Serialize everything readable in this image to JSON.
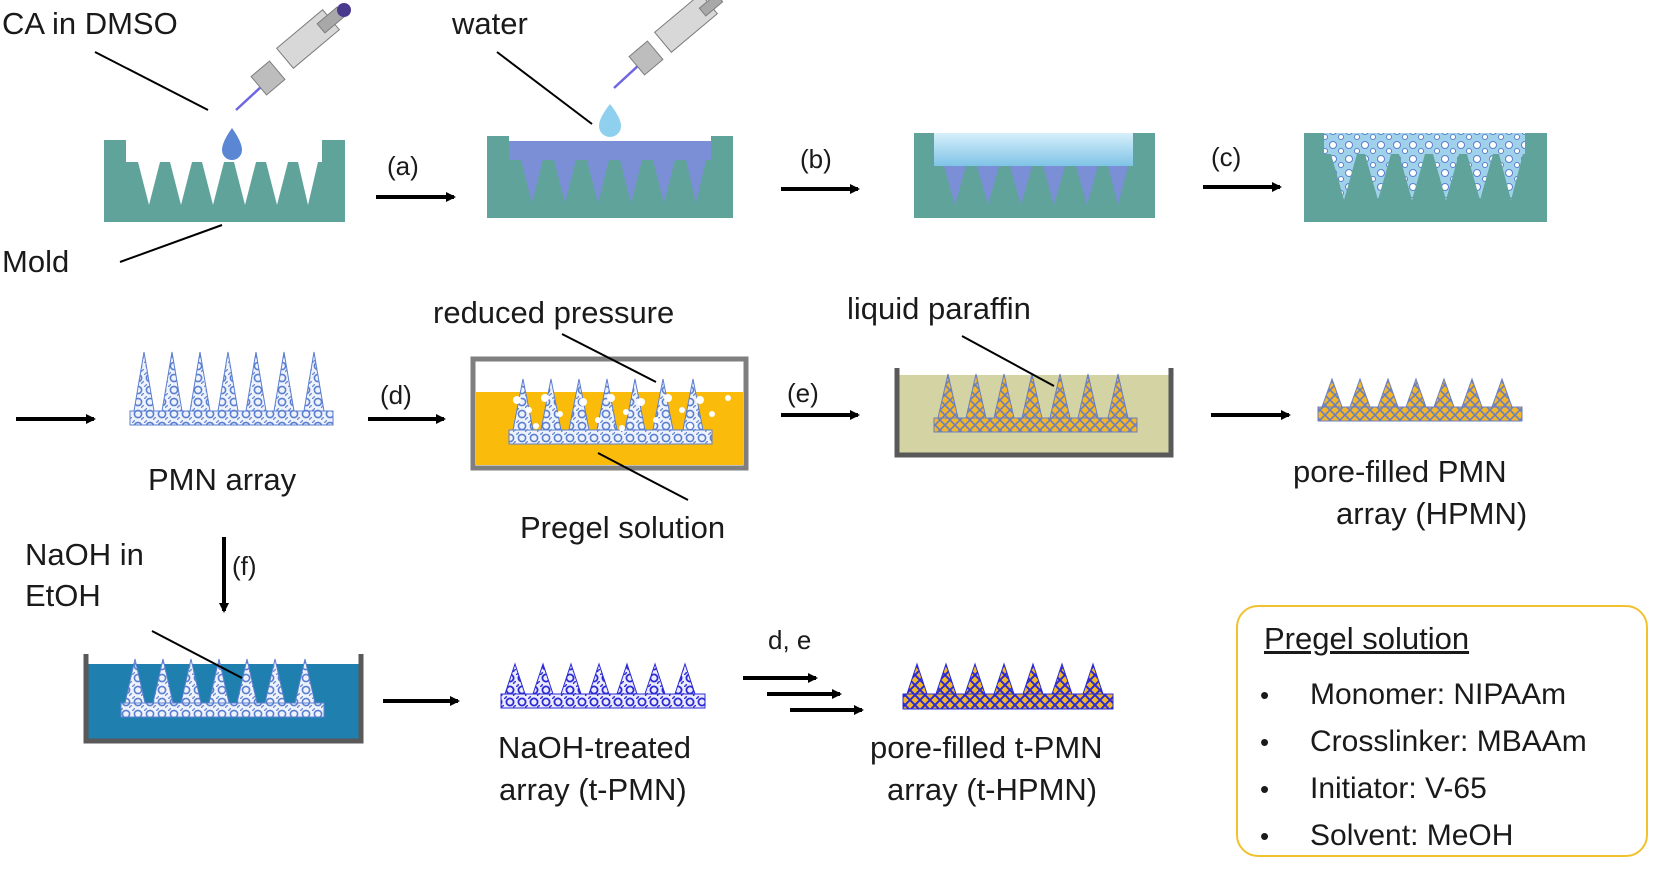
{
  "labels": {
    "ca_in_dmso": "CA in DMSO",
    "water": "water",
    "mold": "Mold",
    "pmn_array": "PMN array",
    "reduced_pressure": "reduced pressure",
    "pregel_solution": "Pregel solution",
    "liquid_paraffin": "liquid paraffin",
    "hpmn_line1": "pore-filled PMN",
    "hpmn_line2": "array (HPMN)",
    "naoh_line1": "NaOH in",
    "naoh_line2": "EtOH",
    "tpmn_line1": "NaOH-treated",
    "tpmn_line2": "array (t-PMN)",
    "thpmn_line1": "pore-filled t-PMN",
    "thpmn_line2": "array (t-HPMN)"
  },
  "steps": {
    "a": "(a)",
    "b": "(b)",
    "c": "(c)",
    "d": "(d)",
    "e": "(e)",
    "f": "(f)",
    "de": "d, e"
  },
  "legend": {
    "title": "Pregel solution",
    "items": [
      "Monomer: NIPAAm",
      "Crosslinker: MBAAm",
      "Initiator: V-65",
      "Solvent: MeOH"
    ],
    "bullet": "•"
  },
  "colors": {
    "mold": "#5fa39b",
    "ca_solution": "#7b8fd6",
    "water": "#a9d8ef",
    "pmn": "#5b7fd0",
    "pregel": "#fbbb0a",
    "paraffin": "#d3d3a4",
    "naoh_bath": "#1f7fae",
    "tpmn": "#2a2ad4",
    "legend_border": "#f2c12e"
  }
}
